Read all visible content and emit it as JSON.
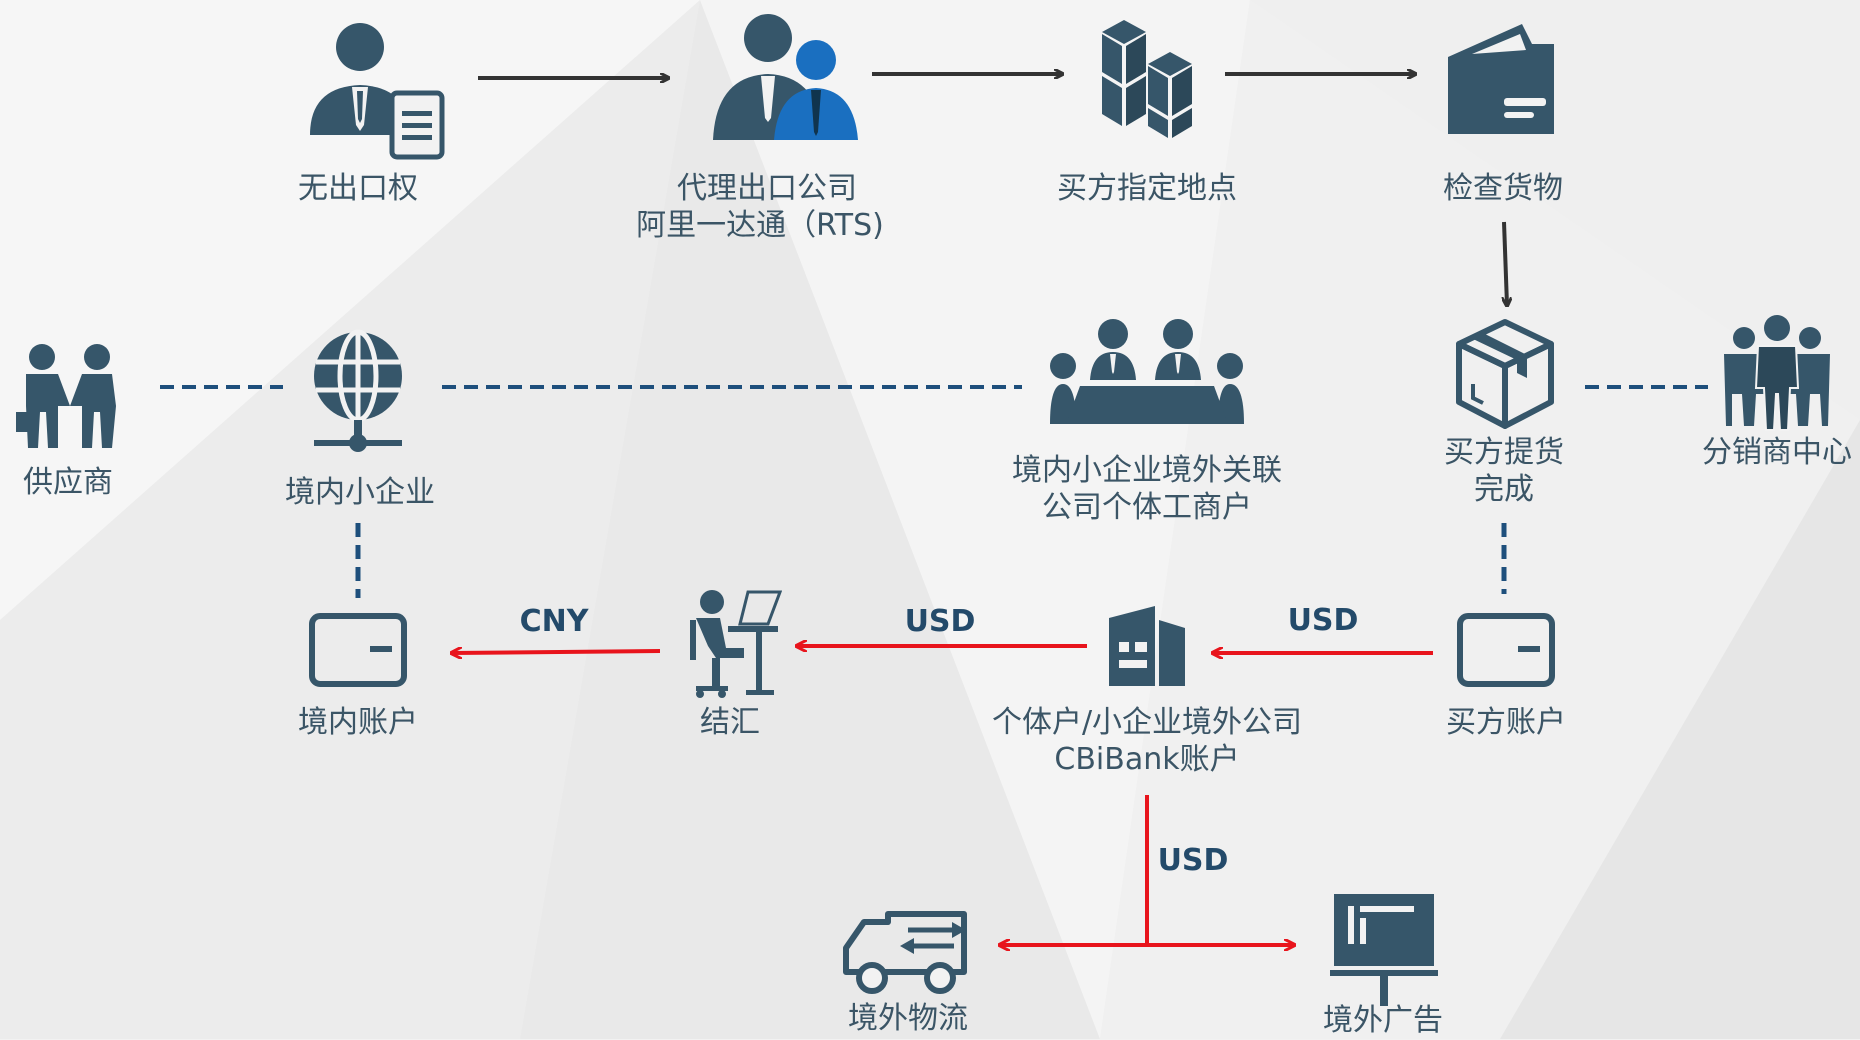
{
  "nodes": {
    "no_export_right": "无出口权",
    "agent_line1": "代理出口公司",
    "agent_line2": "阿里一达通（RTS)",
    "buyer_location": "买方指定地点",
    "inspect_goods": "检查货物",
    "supplier": "供应商",
    "domestic_sme": "境内小企业",
    "offshore_line1": "境内小企业境外关联",
    "offshore_line2": "公司个体工商户",
    "pickup_line1": "买方提货",
    "pickup_line2": "完成",
    "distribution": "分销商中心",
    "domestic_account": "境内账户",
    "settlement": "结汇",
    "cbi_line1": "个体户/小企业境外公司",
    "cbi_line2": "CBiBank账户",
    "buyer_account": "买方账户",
    "overseas_logistics": "境外物流",
    "overseas_ads": "境外广告"
  },
  "currencies": {
    "cny": "CNY",
    "usd_settle": "USD",
    "usd_buyer": "USD",
    "usd_down": "USD"
  },
  "colors": {
    "icon": "#36566a",
    "icon_blue": "#1a6fc0",
    "arrow_dark": "#333333",
    "arrow_red": "#e8141c",
    "dash": "#1e4f7c"
  }
}
